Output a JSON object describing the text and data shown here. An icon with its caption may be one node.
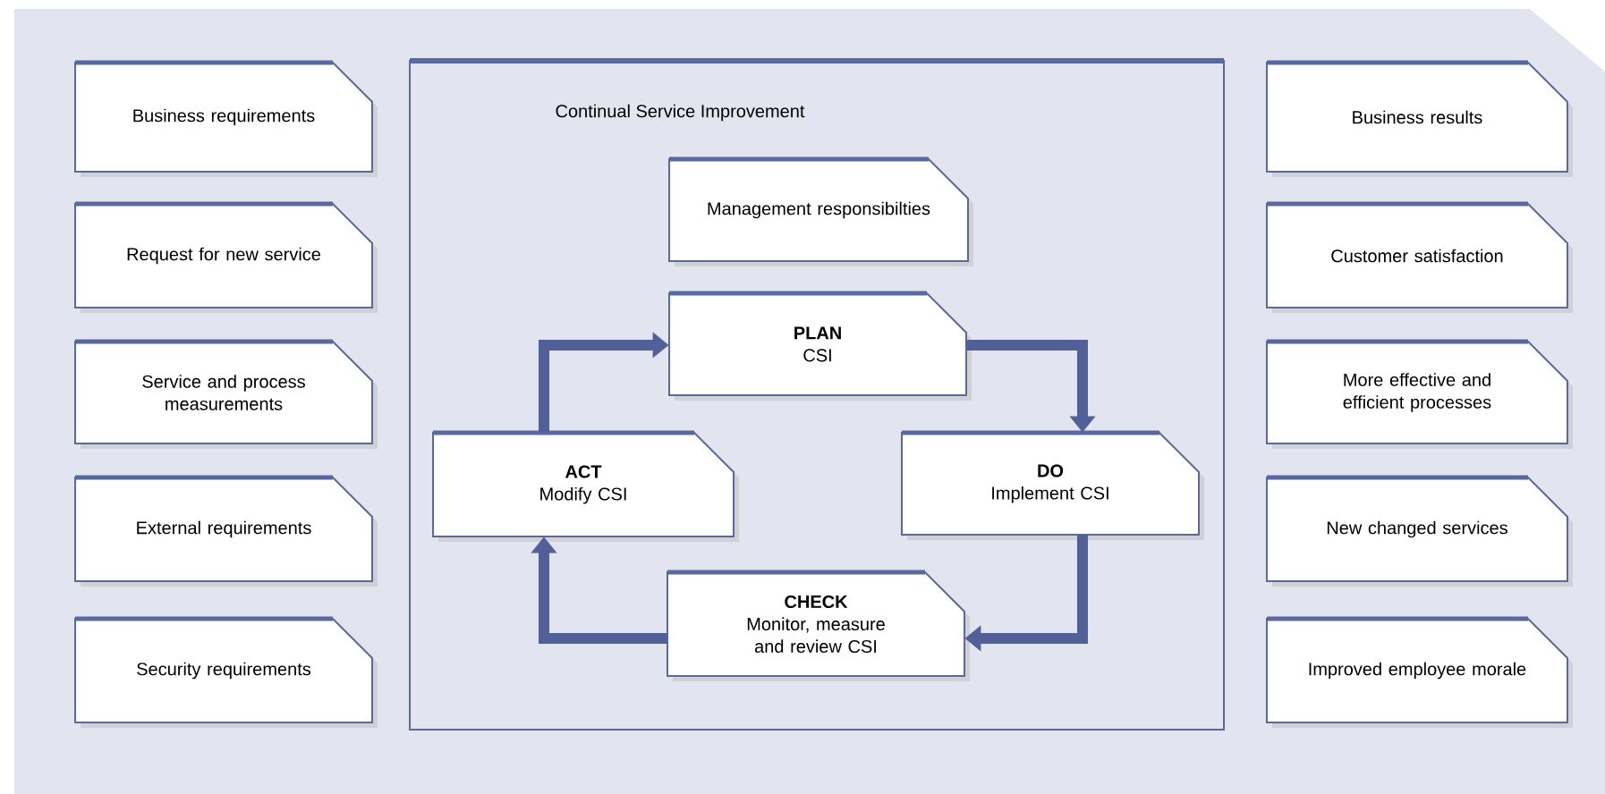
{
  "diagram": {
    "nodes": [
      {
        "text": [
          "Business requirements"
        ]
      },
      {
        "text": [
          "Request for new service"
        ]
      },
      {
        "text": [
          "Service and process measurements"
        ]
      },
      {
        "text": [
          "External requirements"
        ]
      },
      {
        "text": [
          "Security requirements"
        ]
      },
      {
        "text": [
          "Continual Service Improvement"
        ]
      },
      {
        "text": [
          "Management responsibilties"
        ],
        "in": 5
      },
      {
        "text": [
          "PLAN",
          "CSI"
        ],
        "in": 5
      },
      {
        "text": [
          "DO",
          "Implement CSI"
        ],
        "in": 5
      },
      {
        "text": [
          "CHECK",
          "Monitor, measure and review CSI"
        ],
        "in": 5
      },
      {
        "text": [
          "ACT",
          "Modify CSI"
        ],
        "in": 5
      },
      {
        "text": [
          "Business results"
        ]
      },
      {
        "text": [
          "Customer satisfaction"
        ]
      },
      {
        "text": [
          "More effective and efficient processes"
        ]
      },
      {
        "text": [
          "New changed services"
        ]
      },
      {
        "text": [
          "Improved employee morale"
        ]
      }
    ],
    "edges": [
      {
        "from": 7,
        "to": 8,
        "arrow": "to"
      },
      {
        "from": 8,
        "to": 9,
        "arrow": "to"
      },
      {
        "from": 9,
        "to": 10,
        "arrow": "to"
      },
      {
        "from": 10,
        "to": 7,
        "arrow": "to"
      }
    ]
  }
}
